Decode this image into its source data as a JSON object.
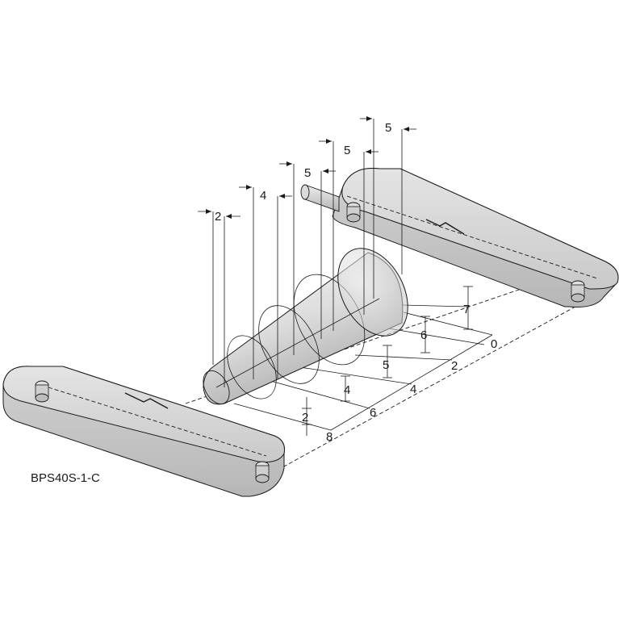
{
  "part_code": "BPS40S-1-C",
  "distance_scale": [
    "0",
    "2",
    "4",
    "6",
    "8"
  ],
  "beam_diameters": [
    "7",
    "6",
    "5",
    "4",
    "2"
  ],
  "top_dimensions": [
    "2",
    "4",
    "5",
    "5",
    "5"
  ]
}
